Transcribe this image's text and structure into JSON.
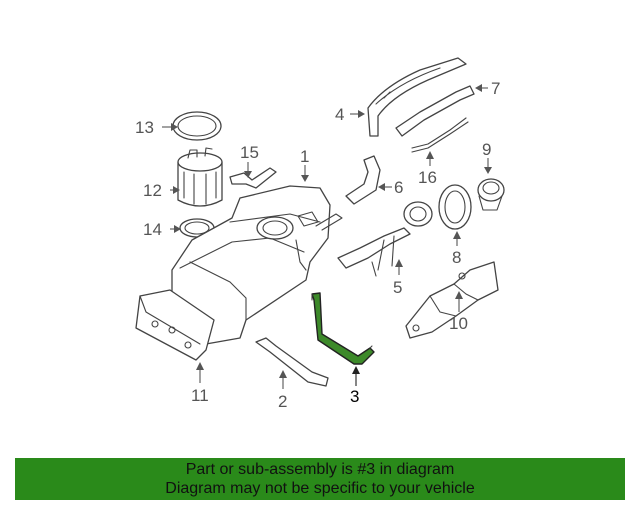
{
  "callouts": {
    "c1": "1",
    "c2": "2",
    "c3": "3",
    "c4": "4",
    "c5": "5",
    "c6": "6",
    "c7": "7",
    "c8": "8",
    "c9": "9",
    "c10": "10",
    "c11": "11",
    "c12": "12",
    "c13": "13",
    "c14": "14",
    "c15": "15",
    "c16": "16"
  },
  "highlight": {
    "part": "3",
    "color": "#3d8a2a"
  },
  "banner": {
    "line1": "Part or sub-assembly is #3 in diagram",
    "line2": "Diagram may not be specific to your vehicle",
    "background": "#2a8a1a"
  }
}
